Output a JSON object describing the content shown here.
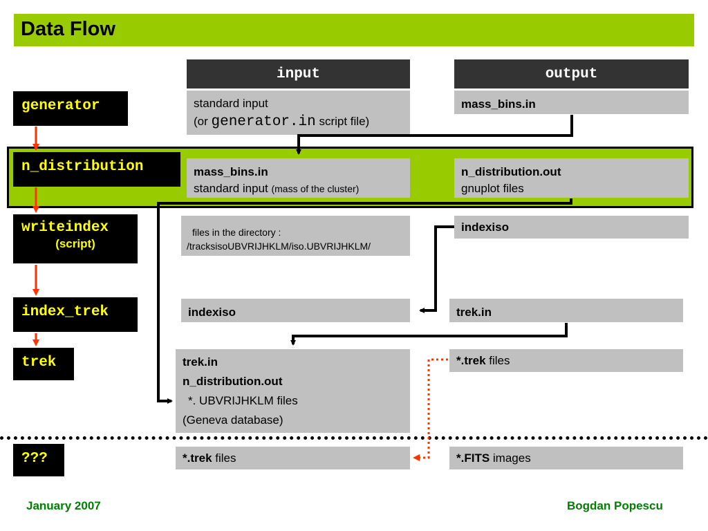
{
  "title": "Data Flow",
  "columns": {
    "input": "input",
    "output": "output"
  },
  "stages": {
    "generator": "generator",
    "n_distribution": "n_distribution",
    "writeindex": "writeindex",
    "writeindex_sub": "(script)",
    "index_trek": "index_trek",
    "trek": "trek",
    "unknown": "???"
  },
  "generator": {
    "input_line1": "standard input",
    "input_line2_pre": "(or ",
    "input_line2_mono": "generator.in",
    "input_line2_post": " script file)",
    "output": "mass_bins.in"
  },
  "n_distribution": {
    "input_line1": "mass_bins.in",
    "input_line2": "standard input",
    "input_line2_small": "(mass of the cluster)",
    "output_line1": "n_distribution.out",
    "output_line2": "gnuplot files"
  },
  "writeindex": {
    "input_line1": "files in the directory :",
    "input_line2": "/tracksisoUBVRIJHKLM/iso.UBVRIJHKLM/",
    "output": "indexiso"
  },
  "index_trek": {
    "input": "indexiso",
    "output": "trek.in"
  },
  "trek": {
    "input_line1": "trek.in",
    "input_line2": "n_distribution.out",
    "input_line3": "*. UBVRIJHKLM files",
    "input_line4": "(Geneva database)",
    "output_bold": "*.trek",
    "output_rest": " files"
  },
  "unknown": {
    "input_bold": "*.trek",
    "input_rest": " files",
    "output_bold": "*.FITS",
    "output_rest": " images"
  },
  "footer": {
    "date": "January 2007",
    "author": "Bogdan Popescu"
  },
  "colors": {
    "accent_green": "#99cc00",
    "stage_text": "#ffff00",
    "arrow_red": "#ff3300",
    "footer_green": "#008000",
    "box_gray": "#c0c0c0",
    "header_dark": "#333333"
  }
}
